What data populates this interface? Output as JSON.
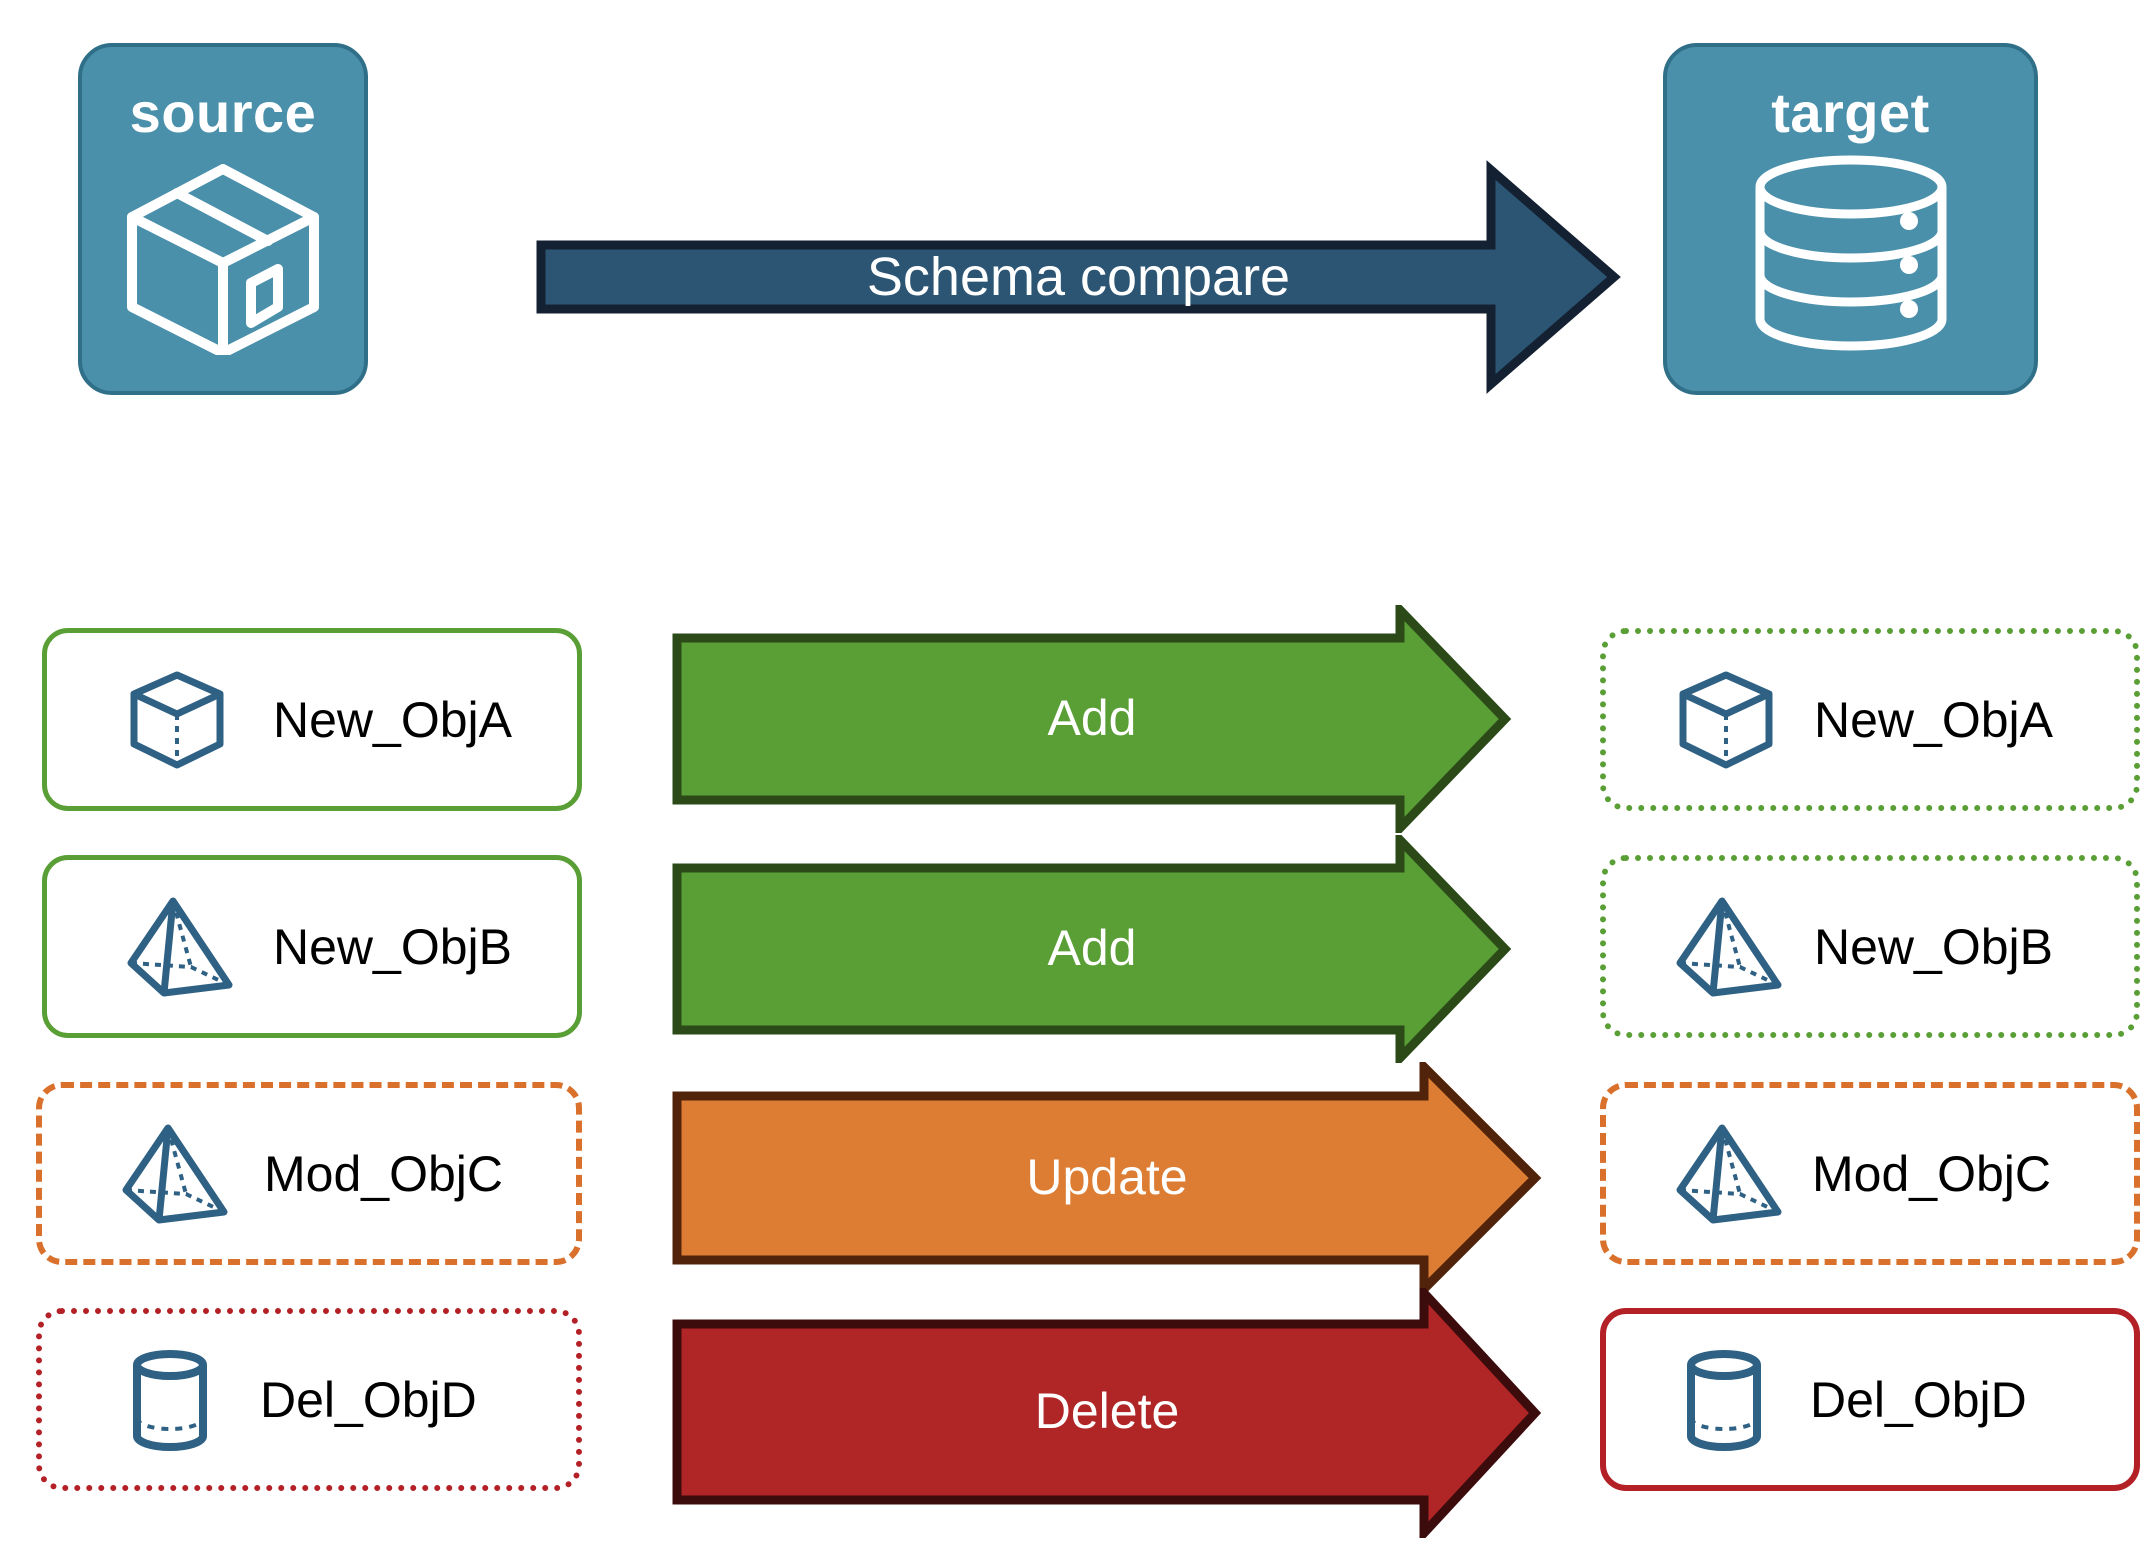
{
  "diagram": {
    "title_source": "source",
    "title_target": "target",
    "main_arrow_label": "Schema compare",
    "colors": {
      "endpoint_fill": "#4a90ab",
      "endpoint_stroke": "#2f6f87",
      "main_arrow_fill": "#2b5573",
      "main_arrow_stroke": "#142132",
      "add_fill": "#5a9e36",
      "add_stroke": "#2b4a18",
      "update_fill": "#dd7d34",
      "update_stroke": "#52230b",
      "delete_fill": "#b02526",
      "delete_stroke": "#3c0b0c",
      "object_icon": "#2f6184",
      "label_text": "#000000"
    },
    "endpoints": [
      {
        "name": "source",
        "label": "source",
        "icon": "box-3d-icon"
      },
      {
        "name": "target",
        "label": "target",
        "icon": "database-cylinder-icon"
      }
    ],
    "rows": [
      {
        "action": "Add",
        "source_label": "New_ObjA",
        "target_label": "New_ObjA",
        "icon": "cube-wireframe-icon",
        "source_border_style": "solid-green",
        "target_border_style": "dotted-green",
        "arrow_color": "#5a9e36"
      },
      {
        "action": "Add",
        "source_label": "New_ObjB",
        "target_label": "New_ObjB",
        "icon": "pyramid-wireframe-icon",
        "source_border_style": "solid-green",
        "target_border_style": "dotted-green",
        "arrow_color": "#5a9e36"
      },
      {
        "action": "Update",
        "source_label": "Mod_ObjC",
        "target_label": "Mod_ObjC",
        "icon": "pyramid-wireframe-icon",
        "source_border_style": "dashed-orange",
        "target_border_style": "dashed-orange",
        "arrow_color": "#dd7d34"
      },
      {
        "action": "Delete",
        "source_label": "Del_ObjD",
        "target_label": "Del_ObjD",
        "icon": "cylinder-wireframe-icon",
        "source_border_style": "dotted-red",
        "target_border_style": "solid-red",
        "arrow_color": "#b02526"
      }
    ]
  }
}
